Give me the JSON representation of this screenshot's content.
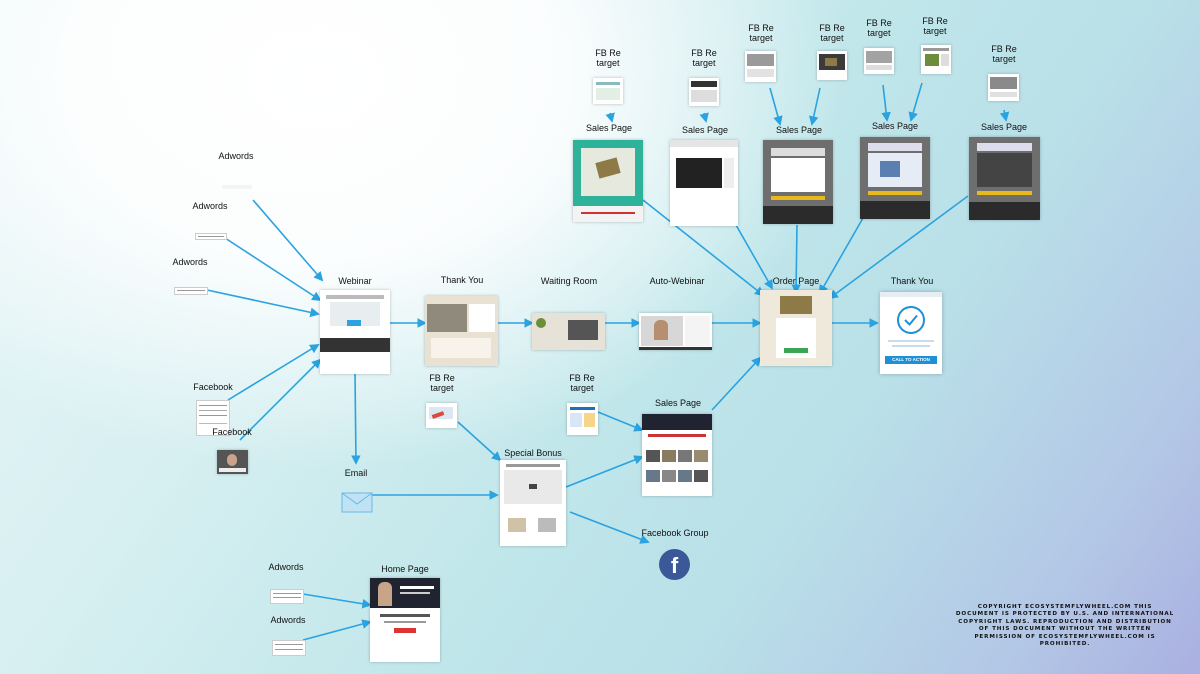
{
  "labels": {
    "adwords_1": "Adwords",
    "adwords_2": "Adwords",
    "adwords_3": "Adwords",
    "facebook_1": "Facebook",
    "facebook_2": "Facebook",
    "webinar": "Webinar",
    "thank_you_1": "Thank You",
    "waiting_room": "Waiting Room",
    "auto_webinar": "Auto-Webinar",
    "order_page": "Order Page",
    "thank_you_2": "Thank You",
    "email": "Email",
    "fb_retarget_a": "FB Re\ntarget",
    "fb_retarget_b": "FB Re\ntarget",
    "special_bonus": "Special Bonus",
    "sales_page_bottom": "Sales Page",
    "facebook_group": "Facebook Group",
    "adwords_4": "Adwords",
    "adwords_5": "Adwords",
    "home_page": "Home Page",
    "fb_retarget_1": "FB Re\ntarget",
    "fb_retarget_2": "FB Re\ntarget",
    "fb_retarget_3": "FB Re\ntarget",
    "fb_retarget_4": "FB Re\ntarget",
    "fb_retarget_5": "FB Re\ntarget",
    "fb_retarget_6": "FB Re\ntarget",
    "fb_retarget_7": "FB Re\ntarget",
    "sales_page_1": "Sales Page",
    "sales_page_2": "Sales Page",
    "sales_page_3": "Sales Page",
    "sales_page_4": "Sales Page",
    "sales_page_5": "Sales Page"
  },
  "thank_you_button": "CALL TO ACTION",
  "facebook_glyph": "f",
  "copyright": "COPYRIGHT ECOSYSTEMFLYWHEEL.COM THIS DOCUMENT IS PROTECTED BY U.S. AND INTERNATIONAL COPYRIGHT LAWS. REPRODUCTION AND DISTRIBUTION OF THIS DOCUMENT WITHOUT THE WRITTEN PERMISSION OF ECOSYSTEMFLYWHEEL.COM IS PROHIBITED.",
  "colors": {
    "arrow": "#2aa3e0",
    "facebook": "#3b5998",
    "cta": "#1e90d6",
    "sales_teal": "#2eb39a",
    "sales_gray": "#6e6e6e"
  }
}
